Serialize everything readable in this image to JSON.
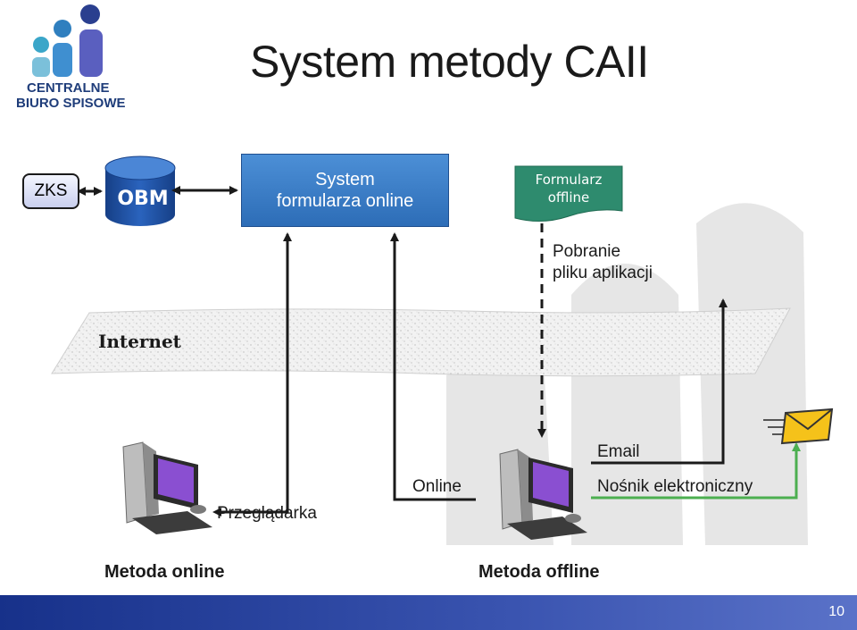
{
  "header": {
    "title": "System metody CAII",
    "logo": {
      "line1": "CENTRALNE",
      "line2": "BIURO SPISOWE"
    }
  },
  "diagram": {
    "zks": "ZKS",
    "obm": "OBM",
    "system": {
      "line1": "System",
      "line2": "formularza online"
    },
    "form": {
      "line1": "Formularz",
      "line2": "offline"
    },
    "download": {
      "line1": "Pobranie",
      "line2": "pliku aplikacji"
    },
    "internet": "Internet",
    "browser": "Przeglądarka",
    "online": "Online",
    "email": "Email",
    "media": "Nośnik elektroniczny",
    "method_online": "Metoda online",
    "method_offline": "Metoda offline"
  },
  "footer": {
    "page_number": "10"
  },
  "colors": {
    "brand_blue": "#1f3d7a",
    "system_box": "#3a7cc8",
    "form_green": "#2e8b6e",
    "database_blue": "#1e4fa0",
    "footer_blue": "#17318a",
    "media_green": "#4caf50"
  }
}
